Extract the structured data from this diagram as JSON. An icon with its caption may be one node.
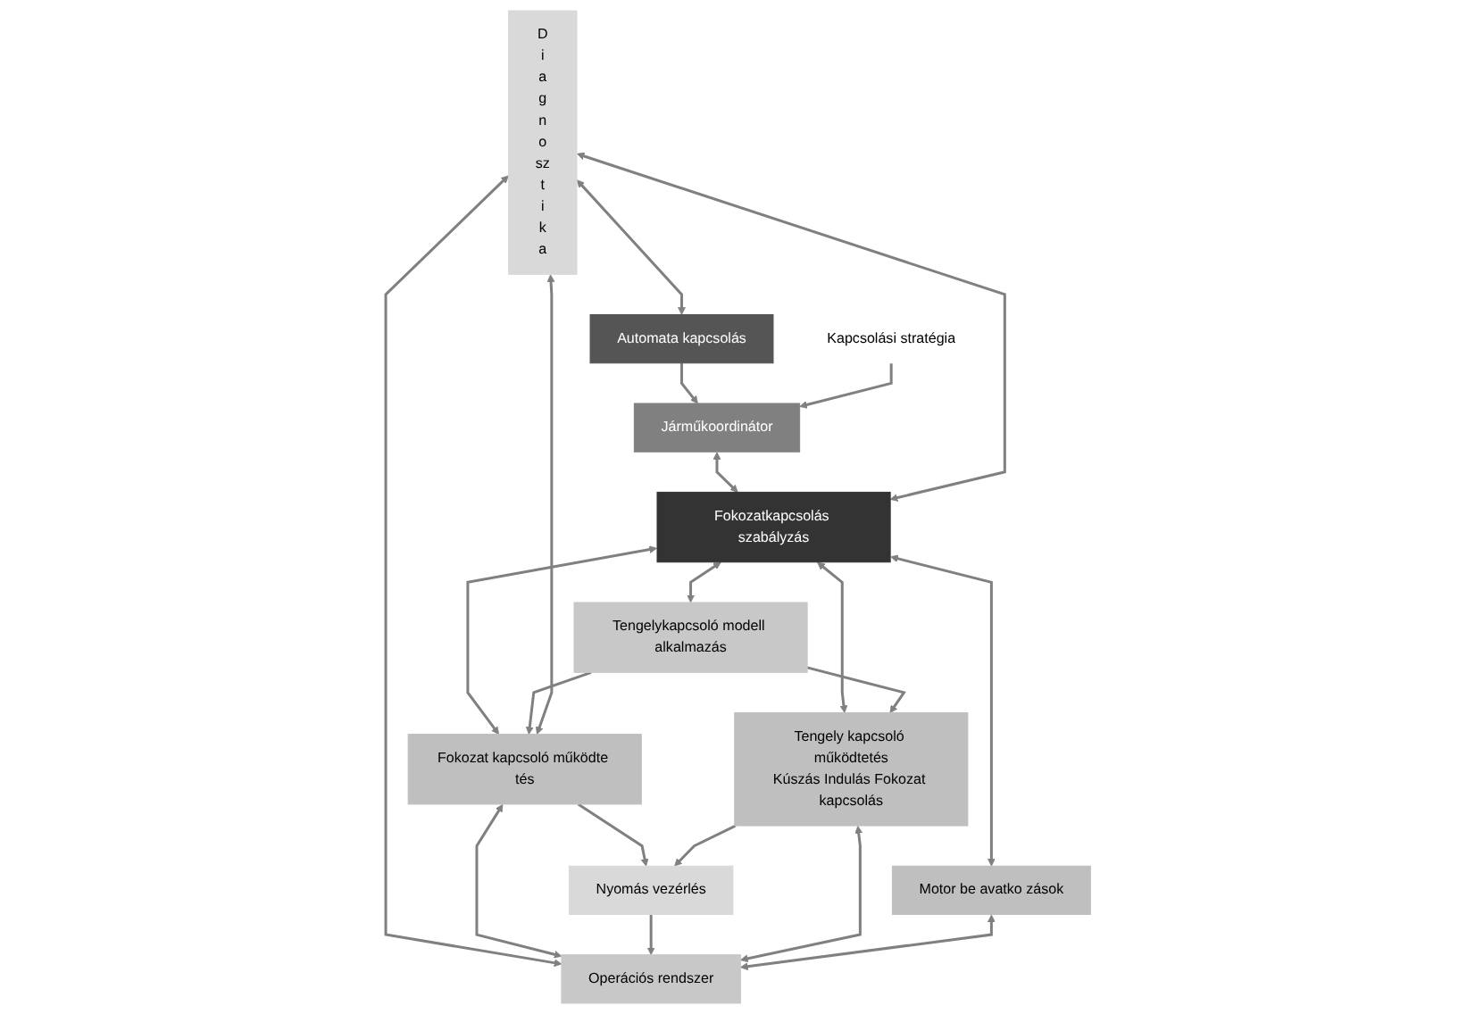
{
  "diagram": {
    "nodes": [
      {
        "text": [
          "Automata kapcsolás"
        ]
      },
      {
        "text": [
          "Járműkoordinátor"
        ]
      },
      {
        "text": [
          "Kapcsolási stratégia"
        ]
      },
      {
        "text": [
          "D i a g n o sz t i k a"
        ]
      },
      {
        "text": [
          "Fokozatkapcsolás szabályzás"
        ]
      },
      {
        "text": [
          "Fokozat kapcsoló működte tés"
        ]
      },
      {
        "text": [
          "Tengelykapcsoló modell alkalmazás"
        ]
      },
      {
        "text": [
          "Tengely kapcsoló működtetés",
          "Kúszás Indulás Fokozat kapcsolás"
        ]
      },
      {
        "text": [
          "Motor be avatko zások"
        ]
      },
      {
        "text": [
          "Nyomás vezérlés"
        ]
      },
      {
        "text": [
          "Operációs rendszer"
        ]
      }
    ],
    "edges": [
      {
        "from": 3,
        "to": 0,
        "arrow": "both"
      },
      {
        "from": 0,
        "to": 1,
        "arrow": "to"
      },
      {
        "from": 2,
        "to": 1,
        "arrow": "to"
      },
      {
        "from": 1,
        "to": 4,
        "arrow": "both"
      },
      {
        "from": 3,
        "to": 4,
        "arrow": "both"
      },
      {
        "from": 4,
        "to": 5,
        "arrow": "both"
      },
      {
        "from": 4,
        "to": 6,
        "arrow": "both"
      },
      {
        "from": 4,
        "to": 7,
        "arrow": "both"
      },
      {
        "from": 4,
        "to": 8,
        "arrow": "both"
      },
      {
        "from": 6,
        "to": 5,
        "arrow": "to"
      },
      {
        "from": 6,
        "to": 7,
        "arrow": "to"
      },
      {
        "from": 3,
        "to": 5,
        "arrow": "both"
      },
      {
        "from": 5,
        "to": 9,
        "arrow": "to"
      },
      {
        "from": 7,
        "to": 9,
        "arrow": "to"
      },
      {
        "from": 3,
        "to": 10,
        "arrow": "both"
      },
      {
        "from": 5,
        "to": 10,
        "arrow": "both"
      },
      {
        "from": 9,
        "to": 10,
        "arrow": "to"
      },
      {
        "from": 7,
        "to": 10,
        "arrow": "both"
      },
      {
        "from": 8,
        "to": 10,
        "arrow": "both"
      }
    ]
  }
}
